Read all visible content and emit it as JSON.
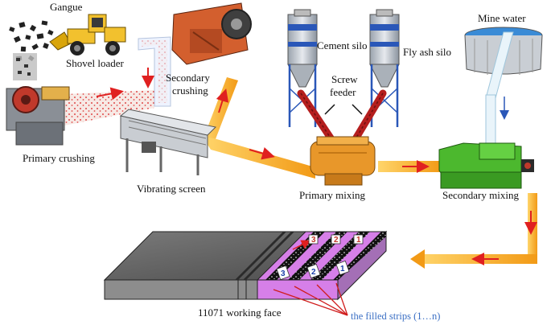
{
  "labels": {
    "gangue": "Gangue",
    "shovel_loader": "Shovel loader",
    "secondary_crushing_1": "Secondary",
    "secondary_crushing_2": "crushing",
    "primary_crushing": "Primary crushing",
    "vibrating_screen": "Vibrating screen",
    "cement_silo": "Cement silo",
    "fly_ash_silo": "Fly ash silo",
    "screw_feeder_1": "Screw",
    "screw_feeder_2": "feeder",
    "mine_water": "Mine water",
    "primary_mixing": "Primary mixing",
    "secondary_mixing": "Secondary mixing",
    "working_face": "11071 working face",
    "filled_strips": "the filled strips (1…n)"
  },
  "strip_numbers_front": [
    "3",
    "2",
    "1"
  ],
  "strip_numbers_back": [
    "3",
    "2",
    "1"
  ],
  "colors": {
    "flow_arrow": "#f5a623",
    "red_arrow": "#e02020",
    "strip_fill": "#d67fe8",
    "mixer_green": "#4cb82e",
    "mixer_orange": "#e8972a",
    "silo_blue": "#2a57b8",
    "crusher_red": "#c0392b"
  }
}
